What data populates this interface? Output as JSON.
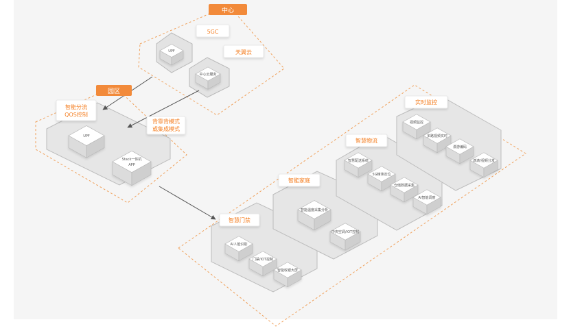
{
  "tags": {
    "center": "中心",
    "park": "园区"
  },
  "center": {
    "fivegc_label": "5GC",
    "tianyi_cloud_label": "天翼云",
    "upf_label": "UPF",
    "cloud_cube_label": "中心云服务"
  },
  "park": {
    "smart_label_line1": "智能分流",
    "smart_label_line2": "QOS控制",
    "backhaul_line1": "背靠背模式",
    "backhaul_line2": "或集成模式",
    "upf_label": "UPF",
    "stack_line1": "Stack一体机",
    "stack_line2": "APP"
  },
  "panels": {
    "monitor": {
      "title": "实时监控",
      "items": [
        "视频监控",
        "多路视频实时",
        "漫游编码",
        "滴滴/视频分发"
      ]
    },
    "logistics": {
      "title": "智慧物流",
      "items": [
        "智慧配送系统",
        "5G精准定位",
        "仓储数据采集",
        "AI智能调度"
      ]
    },
    "home": {
      "title": "智能家庭",
      "items": [
        "智能温度采集分析",
        "中央空调/IOT控制"
      ]
    },
    "door": {
      "title": "智慧门禁",
      "items": [
        "AI人脸识别",
        "门禁/IOT控制",
        "智能收银大屏"
      ]
    }
  },
  "colors": {
    "orange": "#f47d1f",
    "tag": "#f28a3a",
    "panel": "#e6e6e6",
    "panel_stroke": "#bcbcbc",
    "cube_top": "#ffffff",
    "cube_side": "#d4d4d4",
    "background": "#f5f5f5"
  }
}
